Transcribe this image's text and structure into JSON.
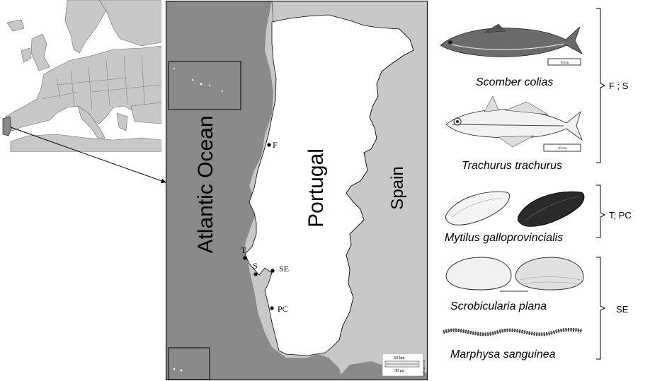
{
  "map": {
    "ocean_label": "Atlantic Ocean",
    "country_label": "Portugal",
    "neighbor_label": "Spain",
    "sites": [
      {
        "code": "F"
      },
      {
        "code": "T"
      },
      {
        "code": "S"
      },
      {
        "code": "SE"
      },
      {
        "code": "PC"
      }
    ],
    "scale_km": "50 km",
    "scale_mi": "30 mi",
    "credit": "© d-maps.com"
  },
  "species": [
    {
      "name": "Scomber colias",
      "scale_bar": "10 cm"
    },
    {
      "name": "Trachurus trachurus",
      "scale_bar": "10 cm"
    },
    {
      "name": "Mytilus galloprovincialis"
    },
    {
      "name": "Scrobicularia plana"
    },
    {
      "name": "Marphysa sanguinea"
    }
  ],
  "groups": [
    {
      "label": "F ; S"
    },
    {
      "label": "T; PC"
    },
    {
      "label": "SE"
    }
  ],
  "colors": {
    "land_grey": "#c8c8c8",
    "ocean_grey": "#8a8a8a",
    "portugal_white": "#ffffff",
    "border": "#000000"
  }
}
